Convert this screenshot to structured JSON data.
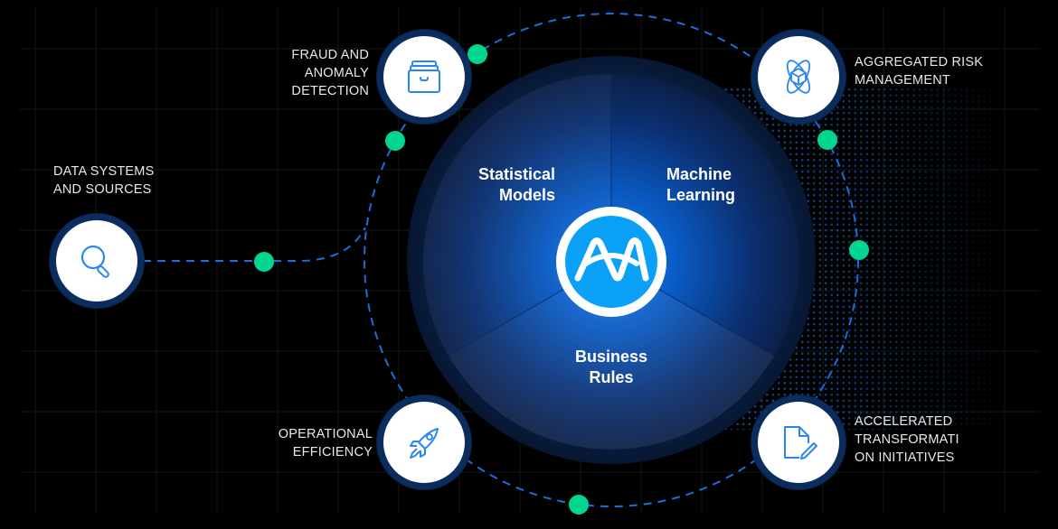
{
  "colors": {
    "background": "#000000",
    "grid": "#0f1414",
    "connector": "#1b6ed8",
    "accent_dot": "#00d68f",
    "icon_stroke": "#2a86f0",
    "logo_blue": "#0aa0f5",
    "node_ring": "#0b2d5e",
    "label_text": "#e8e8e8"
  },
  "center": {
    "logo_icon": "brand-logo-icon",
    "segments": [
      {
        "id": "statistical",
        "lines": [
          "Statistical",
          "Models"
        ]
      },
      {
        "id": "machine",
        "lines": [
          "Machine",
          "Learning"
        ]
      },
      {
        "id": "business",
        "lines": [
          "Business",
          "Rules"
        ]
      }
    ]
  },
  "nodes": [
    {
      "id": "data-systems",
      "icon": "search-icon",
      "lines": [
        "DATA SYSTEMS",
        "AND SOURCES"
      ]
    },
    {
      "id": "fraud",
      "icon": "archive-drawer-icon",
      "lines": [
        "FRAUD AND",
        "ANOMALY",
        "DETECTION"
      ]
    },
    {
      "id": "risk",
      "icon": "atom-cube-icon",
      "lines": [
        "AGGREGATED RISK",
        "MANAGEMENT"
      ]
    },
    {
      "id": "operational",
      "icon": "rocket-icon",
      "lines": [
        "OPERATIONAL",
        "EFFICIENCY"
      ]
    },
    {
      "id": "transformation",
      "icon": "document-edit-icon",
      "lines": [
        "ACCELERATED",
        "TRANSFORMATI",
        "ON INITIATIVES"
      ]
    }
  ]
}
